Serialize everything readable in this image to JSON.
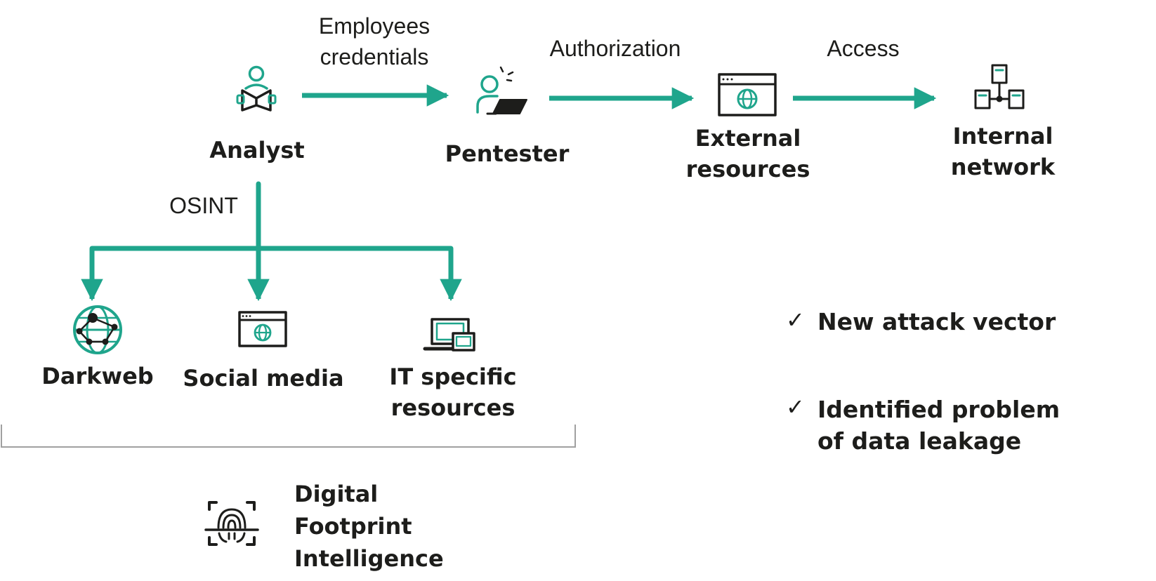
{
  "colors": {
    "accent": "#1fa58c",
    "ink": "#1d1d1b",
    "bracket": "#a0a0a0"
  },
  "nodes": {
    "analyst": {
      "label": "Analyst",
      "icon": "analyst-reading-icon"
    },
    "pentester": {
      "label": "Pentester",
      "icon": "pentester-laptop-icon"
    },
    "external": {
      "label_line1": "External",
      "label_line2": "resources",
      "icon": "browser-globe-icon"
    },
    "internal": {
      "label_line1": "Internal",
      "label_line2": "network",
      "icon": "network-servers-icon"
    },
    "darkweb": {
      "label": "Darkweb",
      "icon": "darkweb-globe-icon"
    },
    "social": {
      "label": "Social media",
      "icon": "browser-globe-icon"
    },
    "it": {
      "label_line1": "IT specific",
      "label_line2": "resources",
      "icon": "devices-icon"
    }
  },
  "edges": {
    "analyst_to_pentester": {
      "label_line1": "Employees",
      "label_line2": "credentials"
    },
    "pentester_to_external": {
      "label": "Authorization"
    },
    "external_to_internal": {
      "label": "Access"
    },
    "osint": {
      "label": "OSINT"
    }
  },
  "results": [
    {
      "check": "✓",
      "line1": "New attack vector",
      "line2": ""
    },
    {
      "check": "✓",
      "line1": "Identified problem",
      "line2": "of data leakage"
    }
  ],
  "footer": {
    "line1": "Digital",
    "line2": "Footprint",
    "line3": "Intelligence",
    "icon": "fingerprint-scan-icon"
  }
}
